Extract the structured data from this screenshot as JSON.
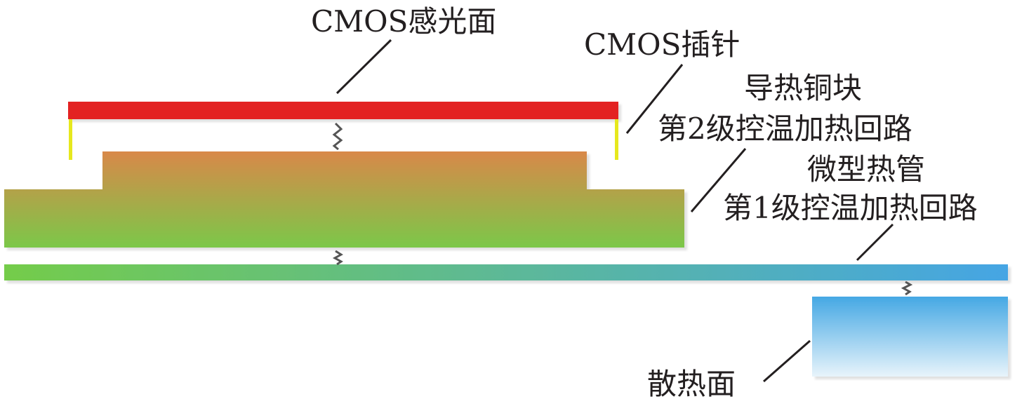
{
  "labels": {
    "cmos_surface": "CMOS感光面",
    "cmos_pins": "CMOS插针",
    "copper_block": "导热铜块",
    "stage2_heater": "第2级控温加热回路",
    "micro_heat_pipe": "微型热管",
    "stage1_heater": "第1级控温加热回路",
    "heat_sink_surface": "散热面"
  },
  "colors": {
    "cmos_surface": "#e32323",
    "cmos_pins": "#e6e81e",
    "copper_top": "#d98848",
    "copper_bottom": "#7bc848",
    "pipe_left": "#74cc4a",
    "pipe_right": "#45a5e4",
    "sink_top": "#45a8e4",
    "sink_bottom": "#e8f4fb",
    "leader": "#231f20",
    "zigzag": "#555555"
  }
}
